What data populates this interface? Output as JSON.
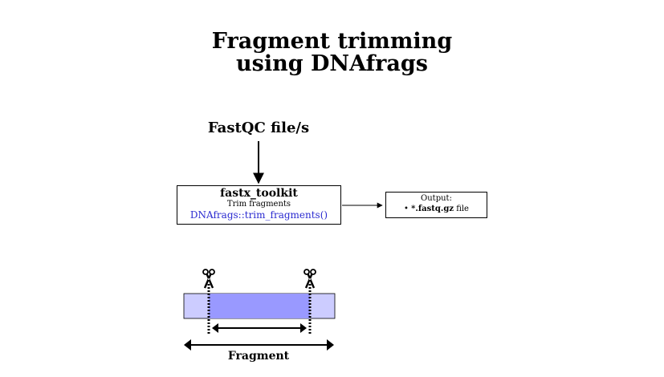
{
  "title": {
    "line1": "Fragment trimming",
    "line2": "using DNAfrags"
  },
  "input": {
    "label": "FastQC file/s"
  },
  "tool": {
    "name": "fastx_toolkit",
    "description": "Trim fragments",
    "function": "DNAfrags::trim_fragments()",
    "function_color": "#2a2ad0"
  },
  "output": {
    "title": "Output:",
    "bullet": "•",
    "file_bold": "*.fastq.gz",
    "file_suffix": "file"
  },
  "fragment": {
    "label": "Fragment",
    "light_color": "#ccccff",
    "dark_color": "#9999ff",
    "scissors_icon": "scissors-icon"
  }
}
